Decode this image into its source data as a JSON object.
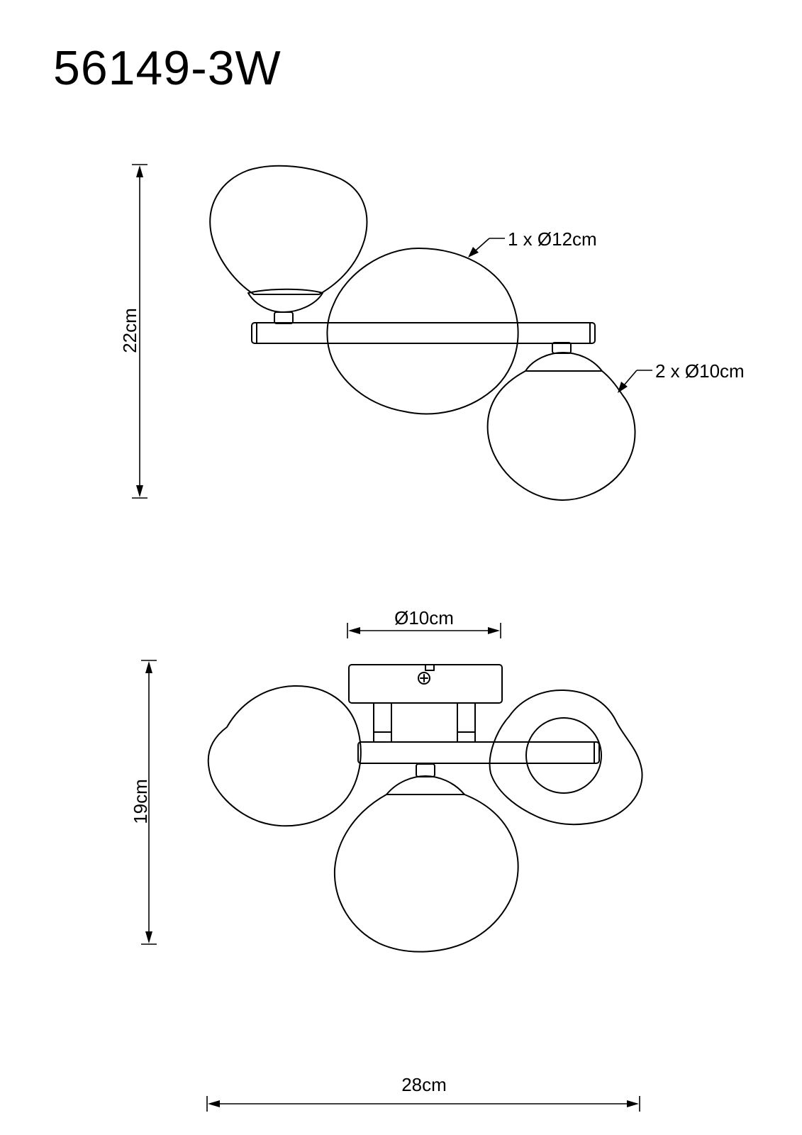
{
  "title": "56149-3W",
  "side_view": {
    "height_label": "22cm",
    "callout_large_globe": "1 x Ø12cm",
    "callout_small_globes": "2 x Ø10cm"
  },
  "top_view": {
    "base_diameter_label": "Ø10cm",
    "height_label": "19cm",
    "width_label": "28cm"
  }
}
